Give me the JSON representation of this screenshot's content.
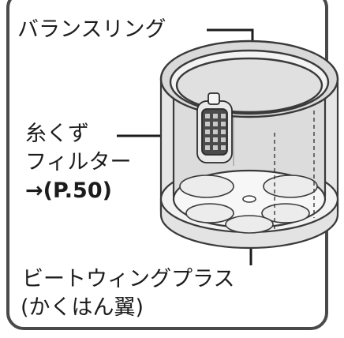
{
  "labels": {
    "balance_ring": "バランスリング",
    "lint_filter_line1": "糸くず",
    "lint_filter_line2": "フィルター",
    "lint_filter_ref": "→(P.50)",
    "pulsator_line1": "ビートウィングプラス",
    "pulsator_line2": "(かくはん翼)"
  }
}
